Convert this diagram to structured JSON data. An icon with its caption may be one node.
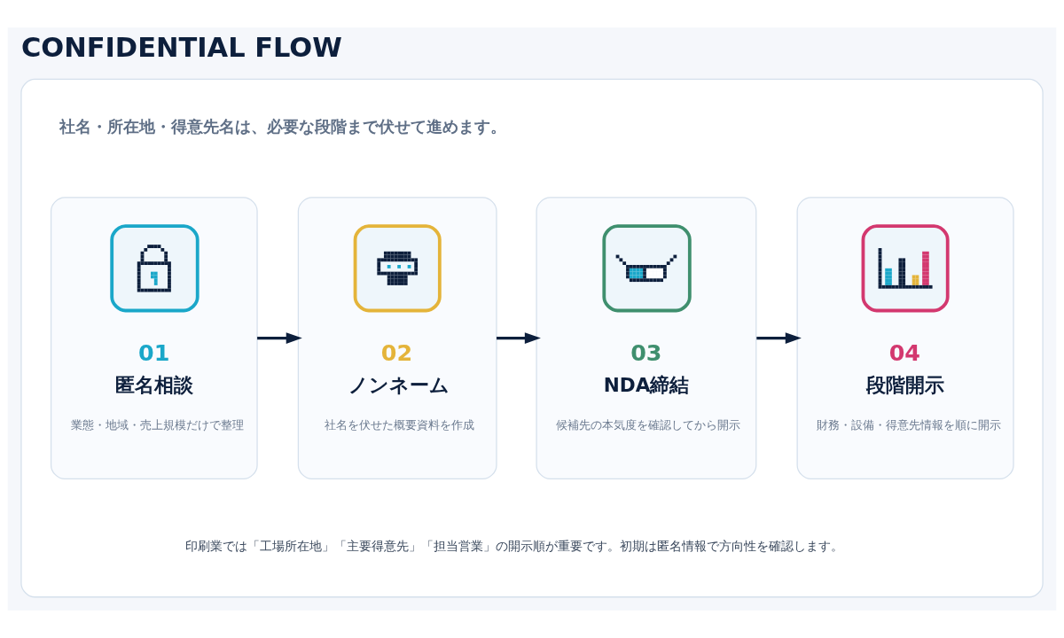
{
  "diagram": {
    "title": "CONFIDENTIAL FLOW",
    "nodes": [
      {
        "text": [],
        "shape": "box"
      },
      {
        "text": [
          "01",
          "匿名相談",
          "業態・地域・売上規模だけで整理"
        ],
        "in": 0
      },
      {
        "text": [
          "02",
          "ノンネーム",
          "社名を伏せた概要資料を作成"
        ],
        "in": 0
      },
      {
        "text": [
          "03",
          "NDA締結",
          "候補先の本気度を確認してから開示"
        ],
        "in": 0
      },
      {
        "text": [
          "04",
          "段階開示",
          "財務・設備・得意先情報を順に開示"
        ],
        "in": 0
      }
    ],
    "edges": [
      {
        "from": 1,
        "to": 2,
        "arrow": "to"
      },
      {
        "from": 2,
        "to": 3,
        "arrow": "to"
      },
      {
        "from": 3,
        "to": 4,
        "arrow": "to"
      }
    ],
    "labels": [
      "社名・所在地・得意先名は、必要な段階まで伏せて進めます。",
      "印刷業では「工場所在地」「主要得意先」「担当営業」の開示順が重要です。初期は匿名情報で方向性を確認します。"
    ]
  }
}
